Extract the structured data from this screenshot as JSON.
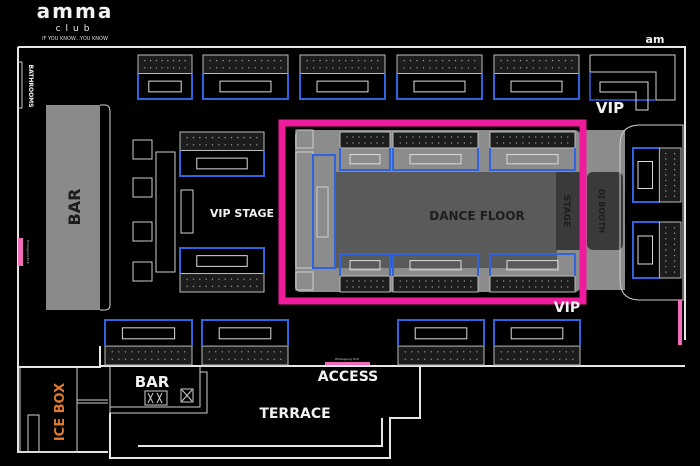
{
  "brand": {
    "name": "amma",
    "sub": "club",
    "tagline": "IF YOU KNOW...YOU KNOW",
    "corner_mark": "am"
  },
  "labels": {
    "bathrooms": "BATHROOMS",
    "bar_main": "BAR",
    "vip_stage": "VIP STAGE",
    "dance_floor": "DANCE FLOOR",
    "stage": "STAGE",
    "dj_booth": "DJ BOOTH",
    "vip_top": "VIP",
    "vip_bottom": "VIP",
    "access": "ACCESS",
    "emergency_exit": "Emergency Exit",
    "emergency_exit_left": "Emergency Exit",
    "bar_terrace": "BAR",
    "terrace": "TERRACE",
    "ice_box": "ICE BOX"
  },
  "colors": {
    "highlight": "#ee1c9a",
    "booth_blue": "#2f63e0",
    "ice_box": "#e07a2c",
    "exit": "#f06cb6"
  }
}
